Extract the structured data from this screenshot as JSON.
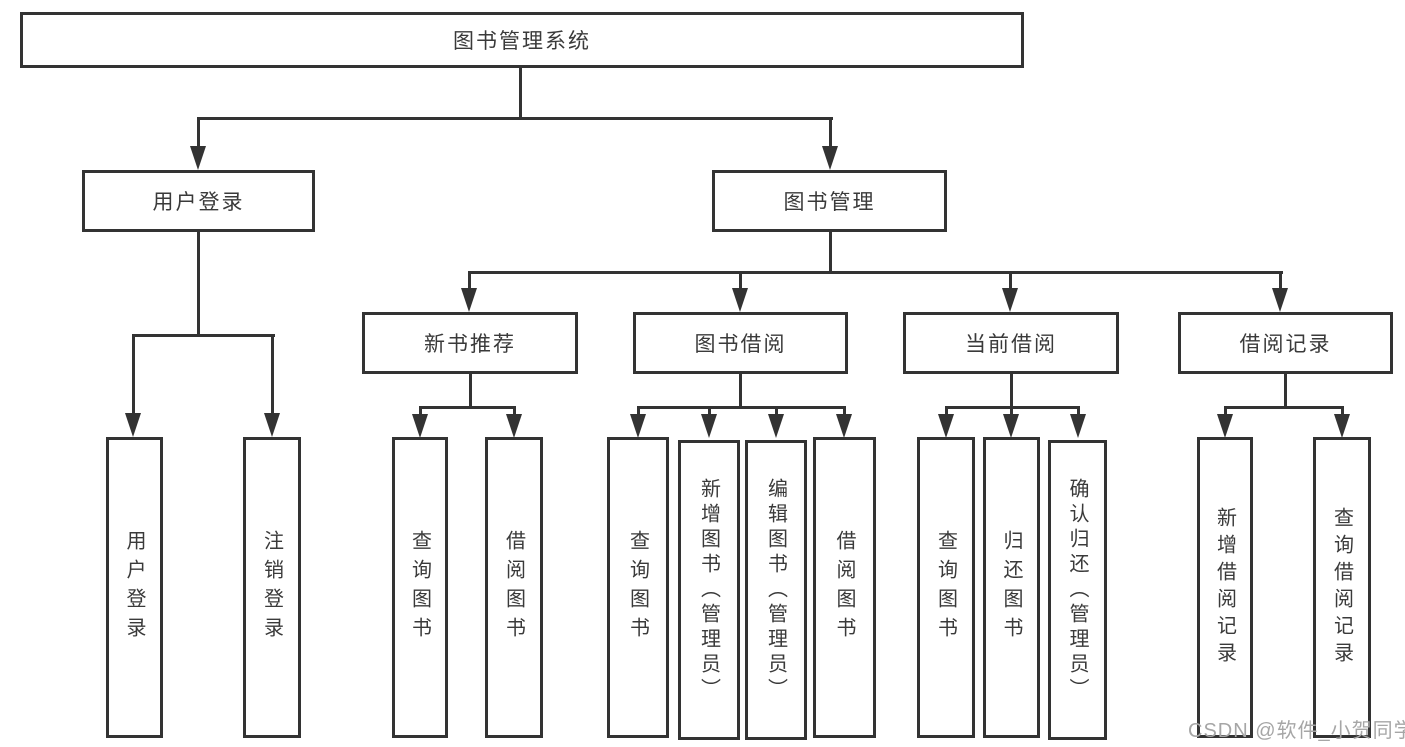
{
  "diagram": {
    "root": {
      "label": "图书管理系统"
    },
    "level2": {
      "user_login": {
        "label": "用户登录"
      },
      "book_mgmt": {
        "label": "图书管理"
      }
    },
    "level3": {
      "new_book": {
        "label": "新书推荐"
      },
      "borrow": {
        "label": "图书借阅"
      },
      "current": {
        "label": "当前借阅"
      },
      "record": {
        "label": "借阅记录"
      }
    },
    "leaves": {
      "login": {
        "label": "用户登录"
      },
      "logout": {
        "label": "注销登录"
      },
      "nb_query": {
        "label": "查询图书"
      },
      "nb_borrow": {
        "label": "借阅图书"
      },
      "bb_query": {
        "label": "查询图书"
      },
      "bb_add": {
        "label": "新增图书（管理员）"
      },
      "bb_edit": {
        "label": "编辑图书（管理员）"
      },
      "bb_borrow": {
        "label": "借阅图书"
      },
      "cb_query": {
        "label": "查询图书"
      },
      "cb_return": {
        "label": "归还图书"
      },
      "cb_confirm": {
        "label": "确认归还（管理员）"
      },
      "rec_add": {
        "label": "新增借阅记录"
      },
      "rec_query": {
        "label": "查询借阅记录"
      }
    },
    "tree": {
      "图书管理系统": {
        "用户登录": [
          "用户登录",
          "注销登录"
        ],
        "图书管理": {
          "新书推荐": [
            "查询图书",
            "借阅图书"
          ],
          "图书借阅": [
            "查询图书",
            "新增图书（管理员）",
            "编辑图书（管理员）",
            "借阅图书"
          ],
          "当前借阅": [
            "查询图书",
            "归还图书",
            "确认归还（管理员）"
          ],
          "借阅记录": [
            "新增借阅记录",
            "查询借阅记录"
          ]
        }
      }
    }
  },
  "watermark": {
    "text": "CSDN @软件_小贺同学"
  },
  "colors": {
    "line": "#333333",
    "text": "#3a3a3a",
    "watermark": "#a6a6a6",
    "background": "#ffffff"
  }
}
